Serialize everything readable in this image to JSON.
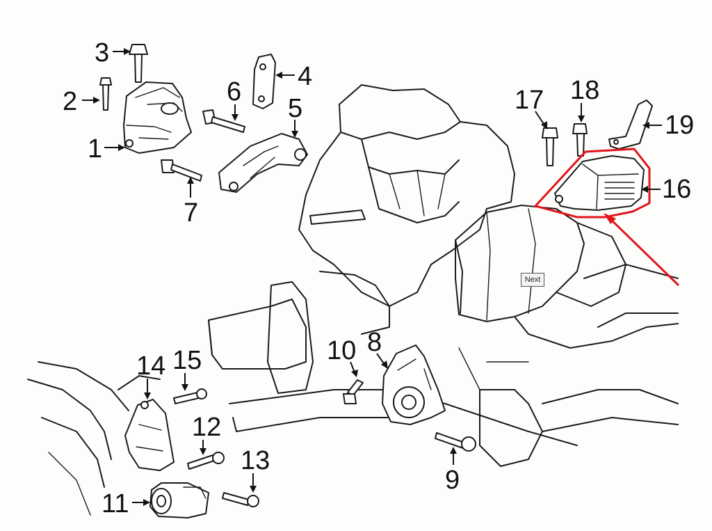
{
  "callouts": {
    "c1": "1",
    "c2": "2",
    "c3": "3",
    "c4": "4",
    "c5": "5",
    "c6": "6",
    "c7": "7",
    "c8": "8",
    "c9": "9",
    "c10": "10",
    "c11": "11",
    "c12": "12",
    "c13": "13",
    "c14": "14",
    "c15": "15",
    "c16": "16",
    "c17": "17",
    "c18": "18",
    "c19": "19"
  },
  "next_button": {
    "label": "Next"
  },
  "highlight": {
    "color": "#e0141b",
    "target_callout": "16"
  }
}
